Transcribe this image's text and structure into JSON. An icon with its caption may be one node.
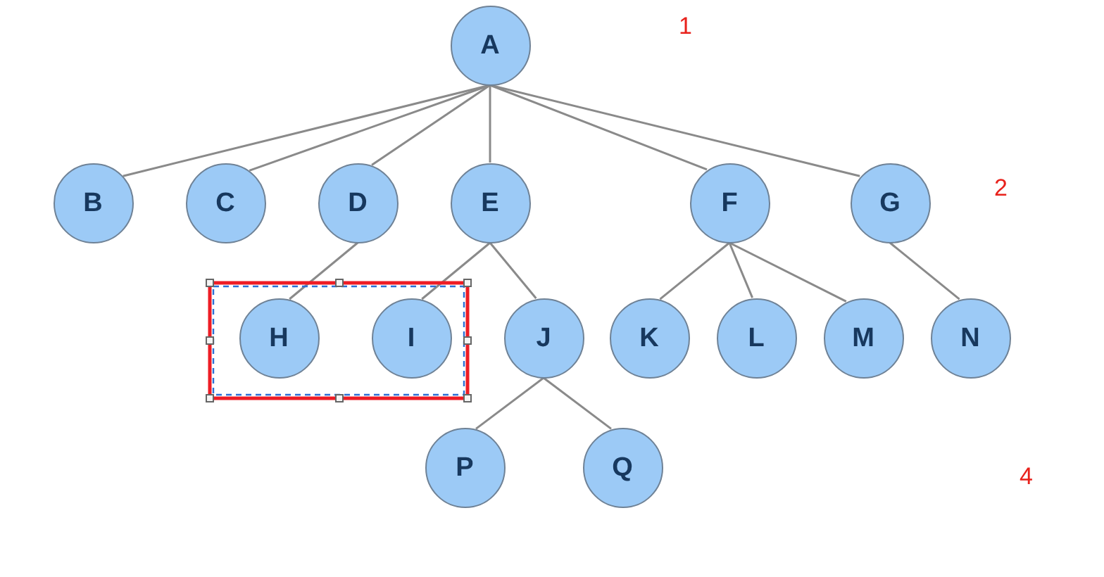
{
  "diagram": {
    "nodes": [
      {
        "text": [
          "A"
        ]
      },
      {
        "text": [
          "B"
        ]
      },
      {
        "text": [
          "C"
        ]
      },
      {
        "text": [
          "D"
        ]
      },
      {
        "text": [
          "E"
        ]
      },
      {
        "text": [
          "F"
        ]
      },
      {
        "text": [
          "G"
        ]
      },
      {
        "text": [],
        "shape": "box"
      },
      {
        "text": [
          "H"
        ],
        "in": 7
      },
      {
        "text": [
          "I"
        ],
        "in": 7
      },
      {
        "text": [
          "J"
        ]
      },
      {
        "text": [
          "K"
        ]
      },
      {
        "text": [
          "L"
        ]
      },
      {
        "text": [
          "M"
        ]
      },
      {
        "text": [
          "N"
        ]
      },
      {
        "text": [
          "P"
        ]
      },
      {
        "text": [
          "Q"
        ]
      }
    ],
    "edges": [
      {
        "from": 0,
        "to": 1,
        "arrow": "none"
      },
      {
        "from": 0,
        "to": 2,
        "arrow": "none"
      },
      {
        "from": 0,
        "to": 3,
        "arrow": "none"
      },
      {
        "from": 0,
        "to": 4,
        "arrow": "none"
      },
      {
        "from": 0,
        "to": 5,
        "arrow": "none"
      },
      {
        "from": 0,
        "to": 6,
        "arrow": "none"
      },
      {
        "from": 3,
        "to": 8,
        "arrow": "none"
      },
      {
        "from": 4,
        "to": 9,
        "arrow": "none"
      },
      {
        "from": 4,
        "to": 10,
        "arrow": "none"
      },
      {
        "from": 5,
        "to": 11,
        "arrow": "none"
      },
      {
        "from": 5,
        "to": 12,
        "arrow": "none"
      },
      {
        "from": 5,
        "to": 13,
        "arrow": "none"
      },
      {
        "from": 6,
        "to": 14,
        "arrow": "none"
      },
      {
        "from": 10,
        "to": 15,
        "arrow": "none"
      },
      {
        "from": 10,
        "to": 16,
        "arrow": "none"
      }
    ],
    "labels": [
      "1",
      "2",
      "4"
    ]
  }
}
